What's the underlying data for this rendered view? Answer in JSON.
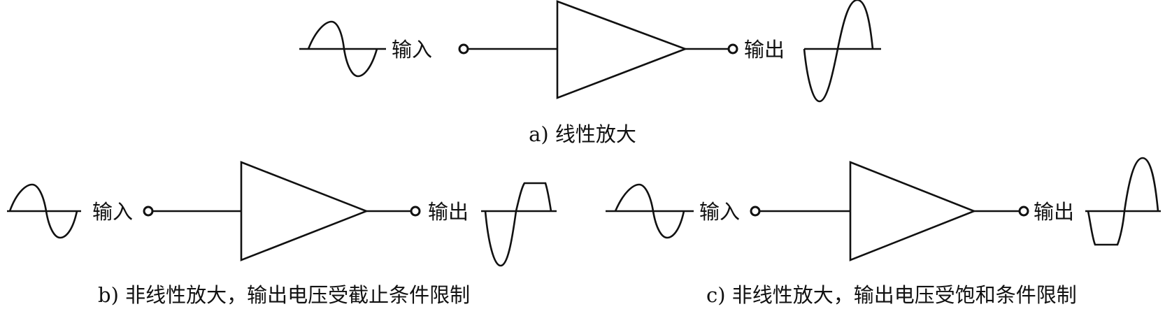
{
  "panels": [
    {
      "id": "a",
      "input_label": "输入",
      "output_label": "输出",
      "caption": "a) 线性放大",
      "output_wave": "amplified"
    },
    {
      "id": "b",
      "input_label": "输入",
      "output_label": "输出",
      "caption": "b) 非线性放大，输出电压受截止条件限制",
      "output_wave": "clipped-top"
    },
    {
      "id": "c",
      "input_label": "输入",
      "output_label": "输出",
      "caption": "c) 非线性放大，输出电压受饱和条件限制",
      "output_wave": "clipped-bottom"
    }
  ],
  "colors": {
    "stroke": "#111111",
    "background": "#ffffff"
  }
}
